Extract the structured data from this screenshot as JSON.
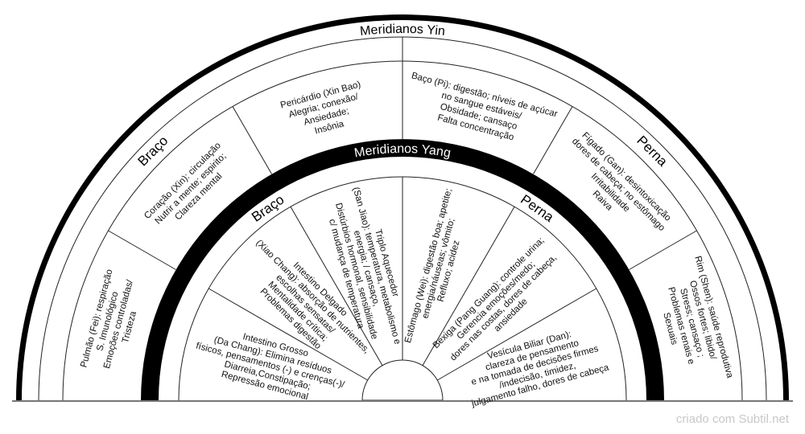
{
  "diagram": {
    "outer_title": "Meridianos Yin",
    "inner_title": "Meridianos Yang",
    "yin_groups": [
      {
        "label": "Braço"
      },
      {
        "label": "Perna"
      }
    ],
    "yang_groups": [
      {
        "label": "Braço"
      },
      {
        "label": "Perna"
      }
    ],
    "yin_segments": [
      {
        "lines": [
          "Pulmão (Fei): respiração",
          "S. Imunológico",
          "Emoções controladas/",
          "Tristeza"
        ]
      },
      {
        "lines": [
          "Coração (Xin): circulação",
          "Nutrir a mente; espirito;",
          "Clareza mental"
        ]
      },
      {
        "lines": [
          "Pericárdio (Xin Bao)",
          "Alegria; conexão/",
          "Ansiedade;",
          "Insônia"
        ]
      },
      {
        "lines": [
          "Baço (Pi): digestão; níveis de açúcar",
          "no sangue estáveis/",
          "Obsidade; cansaço",
          "Falta concentração"
        ]
      },
      {
        "lines": [
          "Fígado (Gan): desintoxicação",
          "dores de cabeça; no estômago",
          "Irritabilidade",
          "Raiva"
        ]
      },
      {
        "lines": [
          "Rim (Shen): saúde reprodutiva",
          "Ossos fortes; libido/",
          "Stress; cansaço ;",
          "Problemas renais e",
          "Sexuais"
        ]
      }
    ],
    "yang_segments": [
      {
        "lines": [
          "Intestino Grosso",
          "(Da Chang): Elimina resíduos",
          "físicos, pensamentos (-) e crenças(-)/",
          "Diarreia,Constipação;",
          "Repressão emocional"
        ]
      },
      {
        "lines": [
          "Intestino Delgado",
          "(Xiao Chang): absorção de nutrientes,",
          "escolhas sensatas/",
          "Mentalidade crítica;",
          "Problemas digestão"
        ]
      },
      {
        "lines": [
          "Triplo Aquecedor",
          "(San Jiao): temperatura, metabolismo e",
          "energia; / cansaço,",
          "Distúrbios hormonal, sensibilidade",
          "c/ mudança de temperatura"
        ]
      },
      {
        "lines": [
          "Estômago (Wei): digestão boa; apetite;",
          "energia/náuseas; vômito;",
          "Refluxo; acidez"
        ]
      },
      {
        "lines": [
          "Bexiga (Pang Guang): controle urina;",
          "Gerencia emoções/medo;",
          "dores nas costas, dores de cabeça,",
          "ansiedade"
        ]
      },
      {
        "lines": [
          "Vesícula Biliar (Dan):",
          "clareza de pensamento",
          "e na tomada de decisões firmes",
          "/indecisão, timidez,",
          "julgamento falho, dores de cabeça"
        ]
      }
    ]
  },
  "footer": {
    "watermark": "criado com Subtil.net"
  },
  "colors": {
    "band": "#000000",
    "line": "#222222",
    "baseline": "#777777",
    "text": "#111111",
    "watermark": "#c8c8c8"
  }
}
